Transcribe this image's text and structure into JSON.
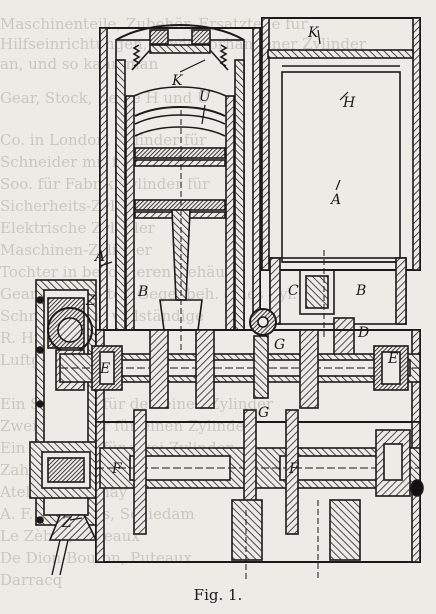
{
  "background_text": [
    "Maschinenteile, Zubehör, Ersatzteile für",
    "Hilfseinrichtungen, sowie vorhandener Zylinder",
    "an, und so kann man",
    "Gear, Stock, Reihe H und U",
    "Co. in London, Zylinder für",
    "Schneider mit festen Hülsen",
    "Soo. für Fabrik Zylinder für",
    "Sicherheits-Zylinder",
    "Elektrische Zylinder",
    "Maschinen-Zylinder",
    "Tochter in besonderen Gehäuse",
    "Gear Sternmotor, Gegenbeh. eines Zyl.",
    "Schrauber für vollständige",
    "R. Hubraum",
    "Luftgekühlte Zylinder",
    "Ein Schieber für den einen Zylinder",
    "Zwei Schieber für einen Zylinder",
    "Ein Schieber für zwei Zylinder",
    "Zahnräder, Wellenlager in besonderer Gehäuse",
    "Atelier Delaunay",
    "A. F. Smulders, Schiedam",
    "Le Zèbre, Puteaux",
    "De Dion-Bouton, Puteaux",
    "Darracq"
  ],
  "labels": {
    "K": "K",
    "U": "U",
    "H": "H",
    "A": "A",
    "B": "B",
    "C": "C",
    "D": "D",
    "E": "E",
    "F": "F",
    "G": "G",
    "Z": "Z"
  },
  "caption": "Fig. 1."
}
